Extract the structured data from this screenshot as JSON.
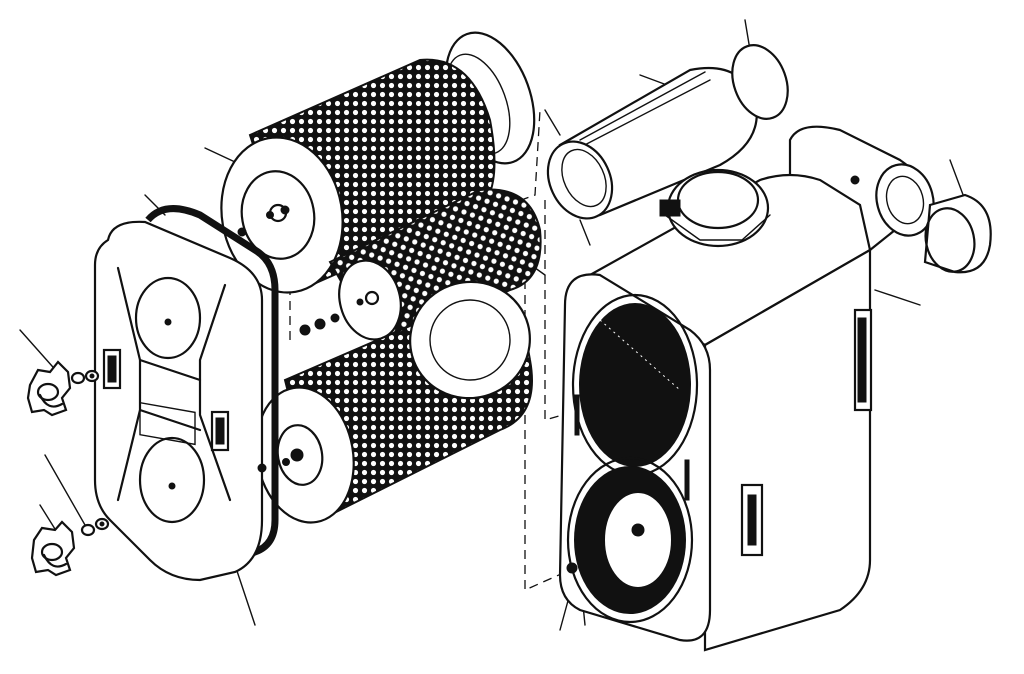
{
  "colors": {
    "ink": "#111111",
    "paper": "#ffffff"
  },
  "parts": [
    {
      "name": "cover-knob",
      "icon": "knob-icon"
    },
    {
      "name": "washer"
    },
    {
      "name": "cover"
    },
    {
      "name": "cover-gasket"
    },
    {
      "name": "filter-element"
    },
    {
      "name": "seal-ring"
    },
    {
      "name": "inlet-tube"
    },
    {
      "name": "inlet-cap"
    },
    {
      "name": "filter-housing"
    },
    {
      "name": "outlet-elbow"
    },
    {
      "name": "outlet-cap"
    },
    {
      "name": "mounting-bolt"
    }
  ]
}
